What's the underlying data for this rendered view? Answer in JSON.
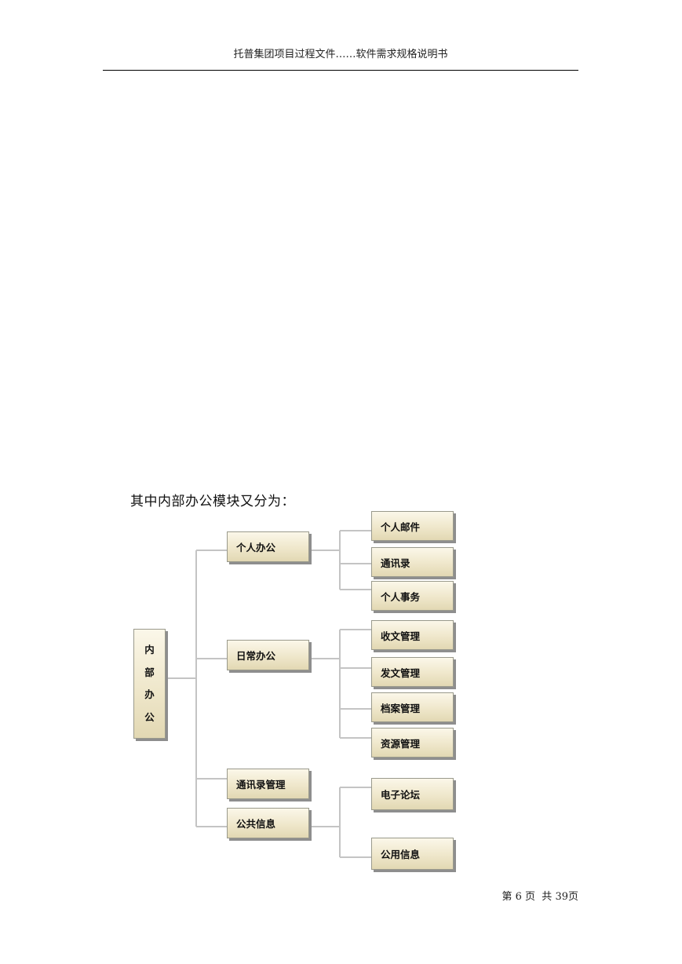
{
  "header": {
    "text": "托普集团项目过程文件……软件需求规格说明书"
  },
  "intro": "其中内部办公模块又分为：",
  "tree": {
    "root": {
      "label": "内部办公",
      "chars": [
        "内",
        "部",
        "办",
        "公"
      ]
    },
    "groups": [
      {
        "label": "个人办公",
        "children": [
          "个人邮件",
          "通讯录",
          "个人事务"
        ]
      },
      {
        "label": "日常办公",
        "children": [
          "收文管理",
          "发文管理",
          "档案管理",
          "资源管理"
        ]
      },
      {
        "label": "通讯录管理",
        "children": []
      },
      {
        "label": "公共信息",
        "children": [
          "电子论坛",
          "公用信息"
        ]
      }
    ]
  },
  "footer": {
    "prefix": "第",
    "page": "6",
    "middle": "页  共",
    "total": "39",
    "suffix": "页"
  }
}
